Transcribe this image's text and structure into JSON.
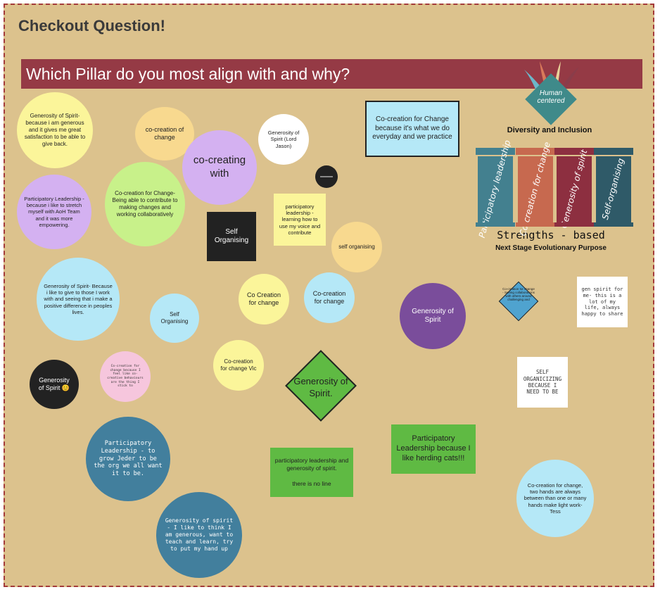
{
  "title": "Checkout Question!",
  "question": "Which Pillar do you most align with and why?",
  "logo": {
    "badge": "Human centered",
    "top_text": "Diversity and Inclusion",
    "pillars": [
      "Participatory leadership",
      "Co-creation for change",
      "Generosity of spirit",
      "Self-organising"
    ],
    "bottom_text": "Strengths - based",
    "bottom_sub": "Next Stage Evolutionary Purpose"
  },
  "notes": {
    "n1": "Generosity of Spirit- because i am generous and it gives me great satisfaction to be able to give back.",
    "n2": "co-creation of change",
    "n3": "Generosity of Spirit (Lord Jason)",
    "n4": "Co-creation for Change because it's what we do everyday and we practice",
    "n5": "co-creating with",
    "n6": "Participatory Leadership - because i like to stretch myself with AoH Team and it was more empowering.",
    "n7": "Co-creation for Change- Being able to contribute to making changes and working collaboratively",
    "n8": "Self Organising",
    "n9": "participatory leadership - learning how to use my voice and contribute",
    "n10": "self organising",
    "n11": "Generosity of Spirit- Because i like to give to those I work with and seeing that i make a positive difference in peoples lives.",
    "n12": "Self Organising",
    "n13": "Co Creation for change",
    "n14": "Co-creation for change",
    "n15": "Generosity of Spirit",
    "n16": "Co-creation for change - Seeing collaborations with others around challenging and",
    "n17": "gen spirit for me- this is a lot of my life, always happy to share",
    "n18": "Generosity of Spirit 😊",
    "n19": "Co-creation for change because I feel like co-creative behaviours are the thing I stick to",
    "n20": "Co-creation for change Vic",
    "n21": "Generosity of Spirit.",
    "n22": "SELF ORGANICIZING BECAUSE I NEED TO BE",
    "n23": "Participatory Leadership because I like herding cats!!!",
    "n24": "participatory leadership and generosity of spirit.",
    "n24b": "there is no line",
    "n25": "Participatory Leadership - to grow Jeder to be the org we all want it to be.",
    "n26": "Co-creation for change, two hands are always between than one or many hands make light work- Tess",
    "n27": "Generosity of spirit - I like to think I am generous, want to teach and learn, try to put my hand up"
  },
  "colors": {
    "board": "#dcc28d",
    "banner": "#953a45",
    "yellow": "#fbf59a",
    "peach": "#f8d98f",
    "lavender": "#d4b1f1",
    "light_blue": "#b5e8f7",
    "purple": "#7a4d9b",
    "teal": "#427f9d",
    "green": "#5fba43",
    "pink": "#f6c6dd"
  }
}
